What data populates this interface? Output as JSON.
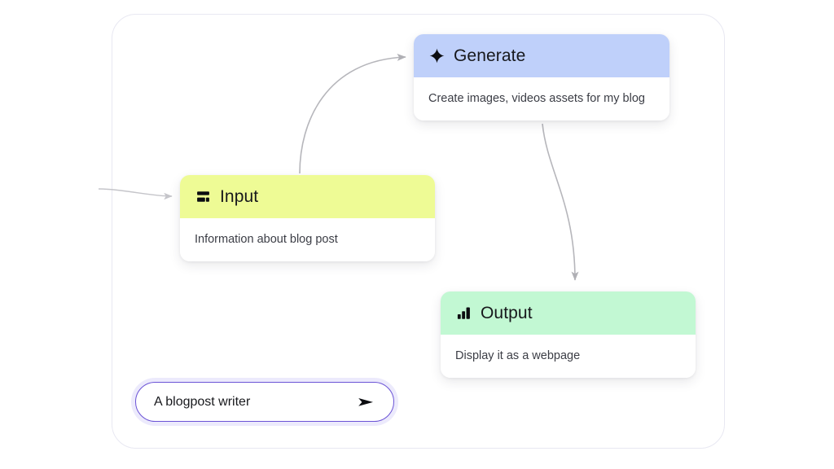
{
  "canvas": {
    "border_color": "#e8e8f2",
    "background": "#ffffff"
  },
  "nodes": [
    {
      "id": "input",
      "title": "Input",
      "description": "Information about blog post",
      "icon": "stacked-bars-icon",
      "header_color": "#eefb95",
      "body_color": "#ffffff"
    },
    {
      "id": "generate",
      "title": "Generate",
      "description": "Create images, videos assets for my blog",
      "icon": "sparkle-icon",
      "header_color": "#bfd0fa",
      "body_color": "#ffffff"
    },
    {
      "id": "output",
      "title": "Output",
      "description": "Display it as a webpage",
      "icon": "bar-chart-icon",
      "header_color": "#c2f8d3",
      "body_color": "#ffffff"
    }
  ],
  "edges": [
    {
      "id": "entry-to-input",
      "from": "canvas-entry",
      "to": "input",
      "color": "#c3c3c7"
    },
    {
      "id": "input-to-generate",
      "from": "input",
      "to": "generate",
      "color": "#b6b6bb"
    },
    {
      "id": "generate-to-output",
      "from": "generate",
      "to": "output",
      "color": "#b6b6bb"
    }
  ],
  "prompt": {
    "value": "A blogpost writer",
    "placeholder": "Describe your workflow",
    "send_icon": "send-arrow-icon",
    "border_color": "#6b53d6",
    "halo_color": "#eceafc"
  }
}
